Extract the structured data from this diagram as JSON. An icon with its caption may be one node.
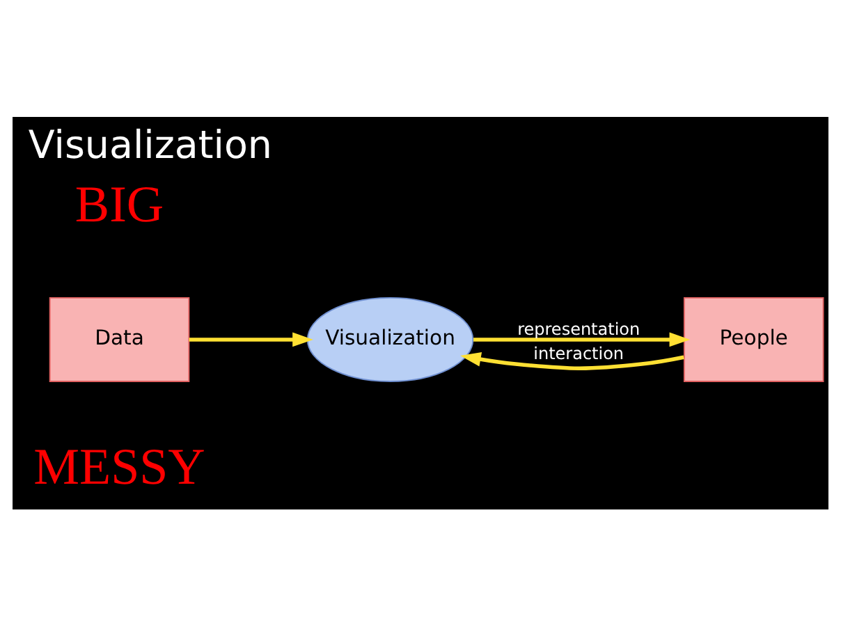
{
  "diagram": {
    "title": "Visualization",
    "nodes": [
      {
        "text": [
          "Data"
        ]
      },
      {
        "text": [
          "Visualization"
        ]
      },
      {
        "text": [
          "People"
        ]
      }
    ],
    "edges": [
      {
        "from": 0,
        "to": 1,
        "arrow": "to"
      },
      {
        "from": 1,
        "to": 2,
        "arrow": "to",
        "label": "representation"
      },
      {
        "from": 2,
        "to": 1,
        "arrow": "to",
        "label": "interaction"
      }
    ],
    "labels": [
      "BIG",
      "MESSY"
    ]
  }
}
